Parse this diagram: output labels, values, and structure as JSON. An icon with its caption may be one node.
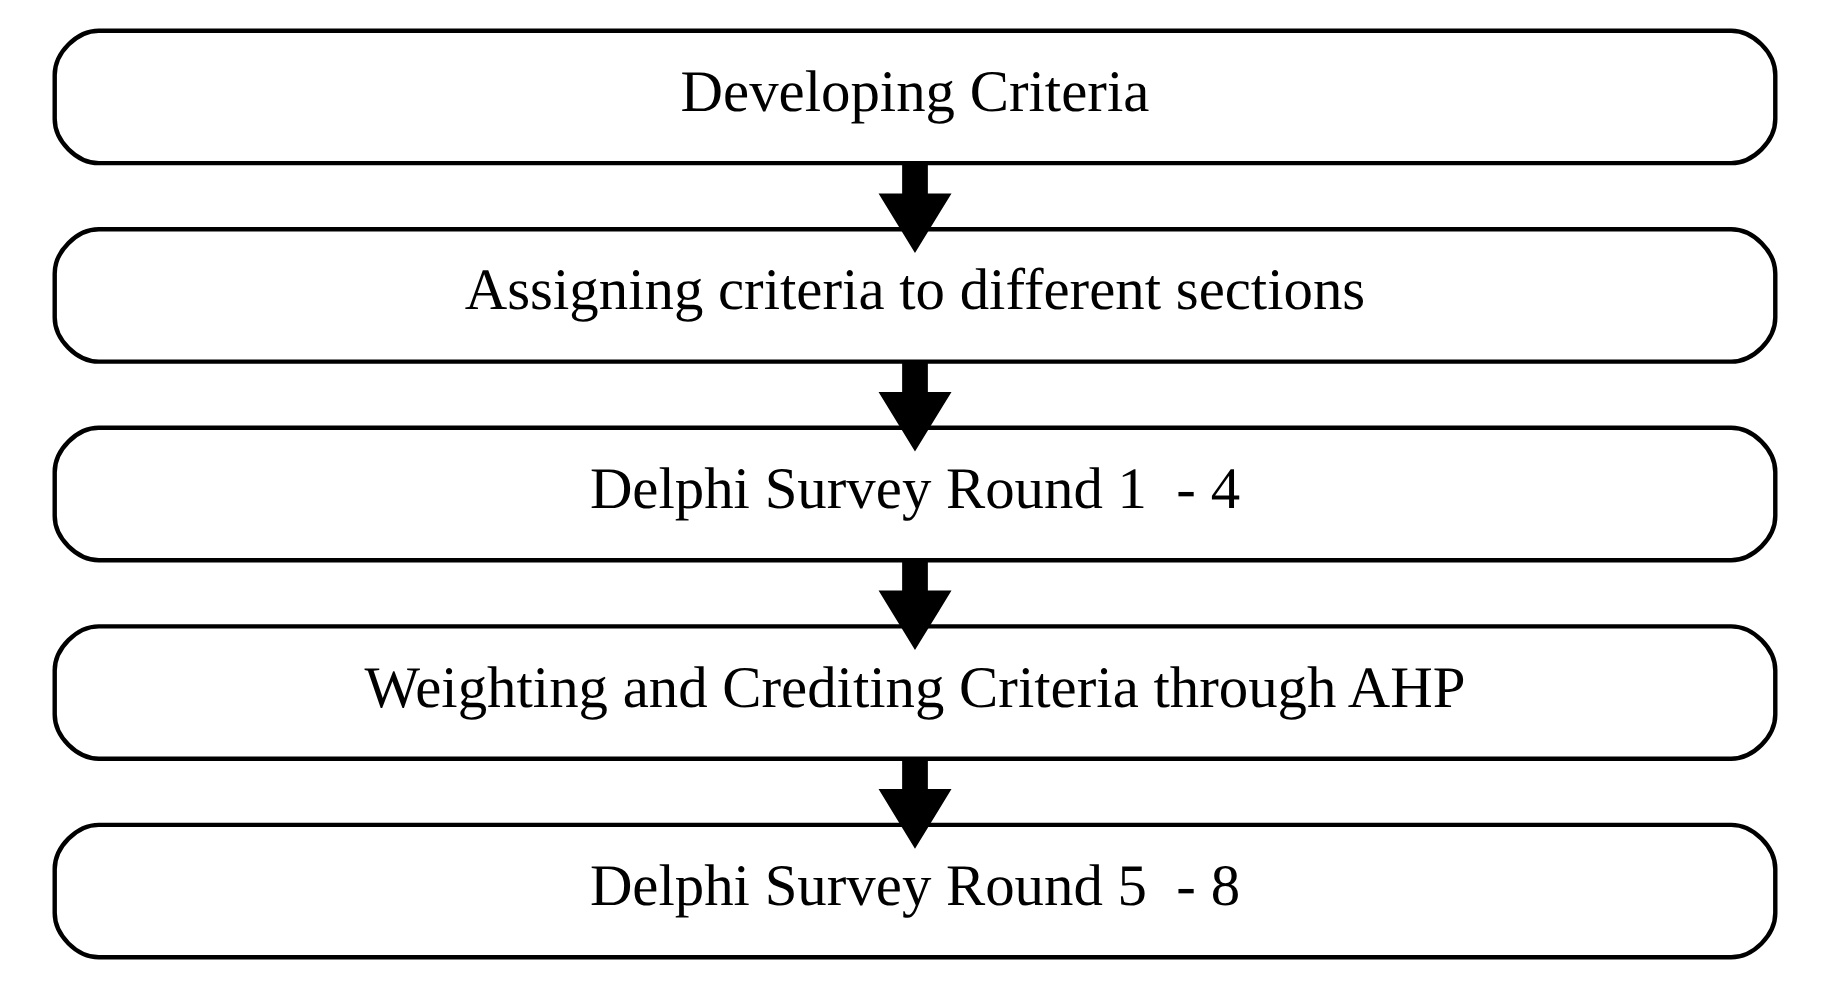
{
  "diagram": {
    "nodes": [
      {
        "text": [
          "Developing Criteria"
        ]
      },
      {
        "text": [
          "Assigning criteria to different sections"
        ]
      },
      {
        "text": [
          "Delphi Survey Round 1  - 4"
        ]
      },
      {
        "text": [
          "Weighting and Crediting Criteria through AHP"
        ]
      },
      {
        "text": [
          "Delphi Survey Round 5  - 8"
        ]
      }
    ],
    "edges": [
      {
        "from": 0,
        "to": 1,
        "arrow": "to"
      },
      {
        "from": 1,
        "to": 2,
        "arrow": "to"
      },
      {
        "from": 2,
        "to": 3,
        "arrow": "to"
      },
      {
        "from": 3,
        "to": 4,
        "arrow": "to"
      }
    ]
  }
}
